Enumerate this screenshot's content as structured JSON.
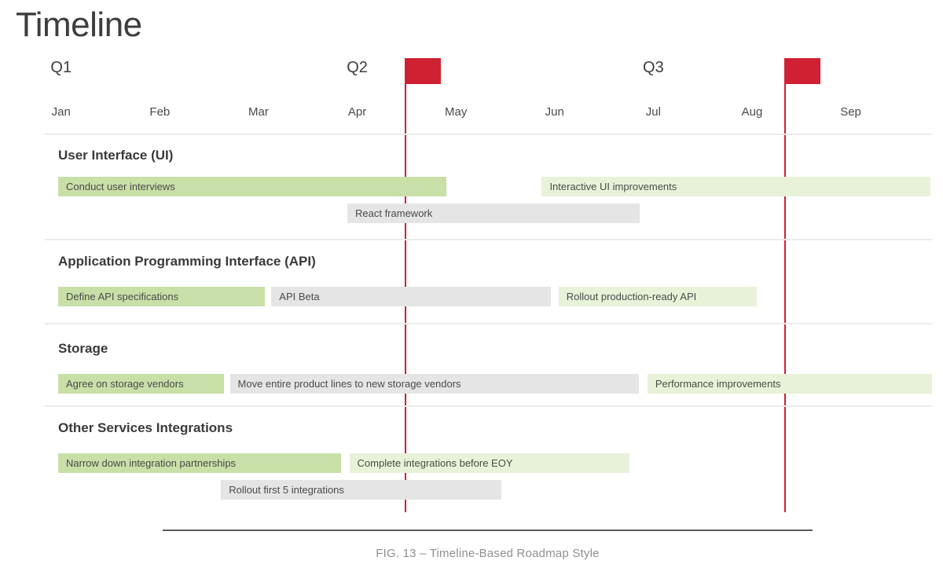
{
  "title": "Timeline",
  "caption": "FIG. 13  – Timeline-Based Roadmap Style",
  "colors": {
    "dark_green": "#c8dfa7",
    "light_green": "#e8f2d8",
    "gray": "#e5e5e5",
    "red": "#cf2133",
    "heading_text": "#3a3a3a",
    "bar_text": "#4b4b4b",
    "axis_text": "#4a4a4a",
    "caption_text": "#8f8f8f",
    "divider": "#ececec",
    "figure_line": "#5a5a5a"
  },
  "chart_data": {
    "type": "gantt",
    "title": "Timeline",
    "x_axis": {
      "unit": "months",
      "months": [
        "Jan",
        "Feb",
        "Mar",
        "Apr",
        "May",
        "Jun",
        "Jul",
        "Aug",
        "Sep"
      ],
      "quarters": [
        {
          "label": "Q1",
          "start_month": "Jan"
        },
        {
          "label": "Q2",
          "start_month": "Apr"
        },
        {
          "label": "Q3",
          "start_month": "Jul"
        }
      ],
      "range_months": [
        0,
        9
      ]
    },
    "milestones": [
      {
        "name": "red-flag-milestone-1",
        "month_position": 3.51
      },
      {
        "name": "red-flag-milestone-2",
        "month_position": 7.36
      }
    ],
    "legend": null,
    "grid": "horizontal-section-dividers-only",
    "sections": [
      {
        "label": "User Interface (UI)",
        "tasks": [
          {
            "label": "Conduct user interviews",
            "start": 0.0,
            "end": 3.93,
            "style": "green",
            "row": 0
          },
          {
            "label": "Interactive UI improvements",
            "start": 4.9,
            "end": 8.84,
            "style": "light-green",
            "row": 0
          },
          {
            "label": "React framework",
            "start": 2.93,
            "end": 5.89,
            "style": "gray",
            "row": 1
          }
        ]
      },
      {
        "label": "Application Programming Interface (API)",
        "tasks": [
          {
            "label": "Define API specifications",
            "start": 0.0,
            "end": 2.09,
            "style": "green",
            "row": 0
          },
          {
            "label": "API Beta",
            "start": 2.16,
            "end": 4.99,
            "style": "gray",
            "row": 0
          },
          {
            "label": "Rollout production-ready API",
            "start": 5.07,
            "end": 7.08,
            "style": "light-green",
            "row": 0
          }
        ]
      },
      {
        "label": "Storage",
        "tasks": [
          {
            "label": "Agree on storage vendors",
            "start": 0.0,
            "end": 1.68,
            "style": "green",
            "row": 0
          },
          {
            "label": "Move entire product lines to new storage vendors",
            "start": 1.74,
            "end": 5.88,
            "style": "gray",
            "row": 0
          },
          {
            "label": "Performance improvements",
            "start": 5.97,
            "end": 8.85,
            "style": "light-green",
            "row": 0
          }
        ]
      },
      {
        "label": "Other Services Integrations",
        "tasks": [
          {
            "label": "Narrow down integration partnerships",
            "start": 0.0,
            "end": 2.87,
            "style": "green",
            "row": 0
          },
          {
            "label": "Complete integrations before EOY",
            "start": 2.95,
            "end": 5.79,
            "style": "light-green",
            "row": 0
          },
          {
            "label": "Rollout first 5 integrations",
            "start": 1.65,
            "end": 4.49,
            "style": "gray",
            "row": 1
          }
        ]
      }
    ]
  }
}
